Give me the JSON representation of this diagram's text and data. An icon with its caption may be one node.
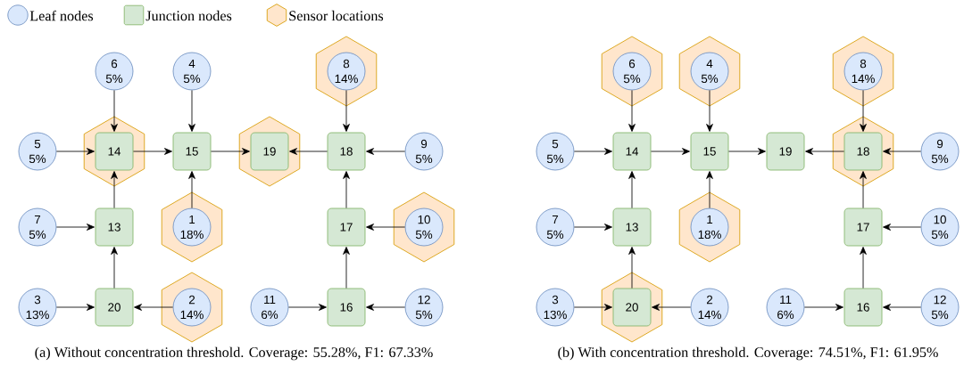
{
  "diagram": {
    "nodes": [
      {
        "text": [
          "6",
          "5%"
        ]
      },
      {
        "text": [
          "4",
          "5%"
        ]
      },
      {
        "text": [],
        "shape": "hexagon"
      },
      {
        "text": [
          "8",
          "14%"
        ],
        "in": 2
      },
      {
        "text": [
          "5",
          "5%"
        ]
      },
      {
        "text": [],
        "shape": "hexagon"
      },
      {
        "text": [
          "14"
        ],
        "in": 5
      },
      {
        "text": [
          "15"
        ]
      },
      {
        "text": [],
        "shape": "hexagon"
      },
      {
        "text": [
          "19"
        ],
        "in": 8
      },
      {
        "text": [
          "18"
        ]
      },
      {
        "text": [
          "9",
          "5%"
        ]
      },
      {
        "text": [
          "7",
          "5%"
        ]
      },
      {
        "text": [
          "13"
        ]
      },
      {
        "text": [],
        "shape": "hexagon"
      },
      {
        "text": [
          "1",
          "18%"
        ],
        "in": 14
      },
      {
        "text": [
          "17"
        ]
      },
      {
        "text": [],
        "shape": "hexagon"
      },
      {
        "text": [
          "10",
          "5%"
        ],
        "in": 17
      },
      {
        "text": [
          "3",
          "13%"
        ]
      },
      {
        "text": [
          "20"
        ]
      },
      {
        "text": [],
        "shape": "hexagon"
      },
      {
        "text": [
          "2",
          "14%"
        ],
        "in": 21
      },
      {
        "text": [
          "11",
          "6%"
        ]
      },
      {
        "text": [
          "16"
        ]
      },
      {
        "text": [
          "12",
          "5%"
        ]
      },
      {
        "text": [],
        "shape": "hexagon"
      },
      {
        "text": [
          "6",
          "5%"
        ],
        "in": 26
      },
      {
        "text": [],
        "shape": "hexagon"
      },
      {
        "text": [
          "4",
          "5%"
        ],
        "in": 28
      },
      {
        "text": [],
        "shape": "hexagon"
      },
      {
        "text": [
          "8",
          "14%"
        ],
        "in": 30
      },
      {
        "text": [
          "5",
          "5%"
        ]
      },
      {
        "text": [
          "14"
        ]
      },
      {
        "text": [
          "15"
        ]
      },
      {
        "text": [
          "19"
        ]
      },
      {
        "text": [],
        "shape": "hexagon"
      },
      {
        "text": [
          "18"
        ],
        "in": 36
      },
      {
        "text": [
          "9",
          "5%"
        ]
      },
      {
        "text": [
          "7",
          "5%"
        ]
      },
      {
        "text": [
          "13"
        ]
      },
      {
        "text": [],
        "shape": "hexagon"
      },
      {
        "text": [
          "1",
          "18%"
        ],
        "in": 41
      },
      {
        "text": [
          "17"
        ]
      },
      {
        "text": [
          "10",
          "5%"
        ]
      },
      {
        "text": [
          "3",
          "13%"
        ]
      },
      {
        "text": [],
        "shape": "hexagon"
      },
      {
        "text": [
          "20"
        ],
        "in": 46
      },
      {
        "text": [
          "2",
          "14%"
        ]
      },
      {
        "text": [
          "11",
          "6%"
        ]
      },
      {
        "text": [
          "16"
        ]
      },
      {
        "text": [
          "12",
          "5%"
        ]
      }
    ],
    "edges": [
      {
        "from": 0,
        "to": 6,
        "arrow": "to"
      },
      {
        "from": 1,
        "to": 7,
        "arrow": "to"
      },
      {
        "from": 3,
        "to": 10,
        "arrow": "to"
      },
      {
        "from": 4,
        "to": 6,
        "arrow": "to"
      },
      {
        "from": 6,
        "to": 7,
        "arrow": "to"
      },
      {
        "from": 7,
        "to": 9,
        "arrow": "to"
      },
      {
        "from": 10,
        "to": 9,
        "arrow": "to"
      },
      {
        "from": 11,
        "to": 10,
        "arrow": "to"
      },
      {
        "from": 12,
        "to": 13,
        "arrow": "to"
      },
      {
        "from": 13,
        "to": 6,
        "arrow": "to"
      },
      {
        "from": 15,
        "to": 7,
        "arrow": "to"
      },
      {
        "from": 16,
        "to": 10,
        "arrow": "to"
      },
      {
        "from": 18,
        "to": 16,
        "arrow": "to"
      },
      {
        "from": 19,
        "to": 20,
        "arrow": "to"
      },
      {
        "from": 20,
        "to": 13,
        "arrow": "to"
      },
      {
        "from": 22,
        "to": 20,
        "arrow": "to"
      },
      {
        "from": 23,
        "to": 24,
        "arrow": "to"
      },
      {
        "from": 24,
        "to": 16,
        "arrow": "to"
      },
      {
        "from": 25,
        "to": 24,
        "arrow": "to"
      },
      {
        "from": 27,
        "to": 33,
        "arrow": "to"
      },
      {
        "from": 29,
        "to": 34,
        "arrow": "to"
      },
      {
        "from": 31,
        "to": 37,
        "arrow": "to"
      },
      {
        "from": 32,
        "to": 33,
        "arrow": "to"
      },
      {
        "from": 33,
        "to": 34,
        "arrow": "to"
      },
      {
        "from": 34,
        "to": 35,
        "arrow": "to"
      },
      {
        "from": 37,
        "to": 35,
        "arrow": "to"
      },
      {
        "from": 38,
        "to": 37,
        "arrow": "to"
      },
      {
        "from": 39,
        "to": 40,
        "arrow": "to"
      },
      {
        "from": 40,
        "to": 33,
        "arrow": "to"
      },
      {
        "from": 42,
        "to": 34,
        "arrow": "to"
      },
      {
        "from": 43,
        "to": 37,
        "arrow": "to"
      },
      {
        "from": 44,
        "to": 43,
        "arrow": "to"
      },
      {
        "from": 45,
        "to": 47,
        "arrow": "to"
      },
      {
        "from": 47,
        "to": 40,
        "arrow": "to"
      },
      {
        "from": 48,
        "to": 47,
        "arrow": "to"
      },
      {
        "from": 49,
        "to": 50,
        "arrow": "to"
      },
      {
        "from": 50,
        "to": 43,
        "arrow": "to"
      },
      {
        "from": 51,
        "to": 50,
        "arrow": "to"
      }
    ],
    "labels": [
      "(a) Without concentration threshold. Coverage: 55.28%, F1: 67.33%",
      "(b) With concentration threshold. Coverage: 74.51%, F1: 61.95%"
    ],
    "legend": [
      {
        "text": "Leaf nodes",
        "color": "#dae8fc"
      },
      {
        "text": "Junction nodes",
        "color": "#d5e8d4"
      },
      {
        "text": "Sensor locations",
        "color": "#ffe6cc"
      }
    ]
  }
}
